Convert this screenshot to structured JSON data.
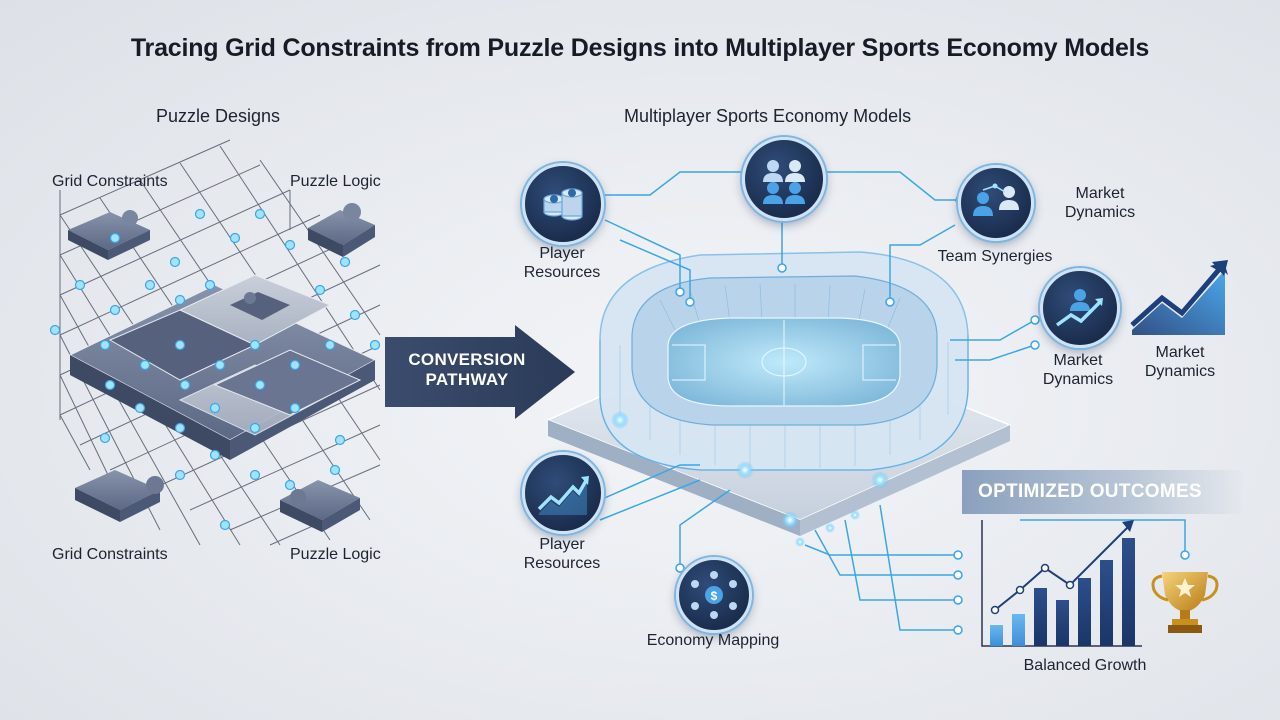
{
  "title": "Tracing Grid Constraints from Puzzle Designs into Multiplayer Sports Economy Models",
  "left_section": {
    "heading": "Puzzle Designs",
    "labels": {
      "top_left": "Grid Constraints",
      "top_right": "Puzzle Logic",
      "bottom_left": "Grid Constraints",
      "bottom_right": "Puzzle Logic"
    }
  },
  "conversion": {
    "line1": "CONVERSION",
    "line2": "PATHWAY"
  },
  "right_section": {
    "heading": "Multiplayer Sports Economy Models",
    "nodes": {
      "player_resources_top": "Player Resources",
      "team_synergies": "Team Synergies",
      "market_dynamics_top": "Market Dynamics",
      "market_dynamics_mid": "Market Dynamics",
      "market_dynamics_right": "Market Dynamics",
      "player_resources_bottom": "Player Resources",
      "economy_mapping": "Economy Mapping"
    }
  },
  "outcomes": {
    "banner": "OPTIMIZED OUTCOMES",
    "chart_caption": "Balanced Growth"
  },
  "colors": {
    "accent_blue": "#2f8fd8",
    "glow": "#7fd0ff",
    "navy": "#1b2e4f",
    "puzzle": "#5f6e8c",
    "gold": "#c8901d"
  },
  "icons": [
    "puzzle-piece-icon",
    "coins-icon",
    "team-icon",
    "network-icon",
    "growth-chart-icon",
    "economy-icon",
    "trophy-icon",
    "stadium-icon"
  ]
}
